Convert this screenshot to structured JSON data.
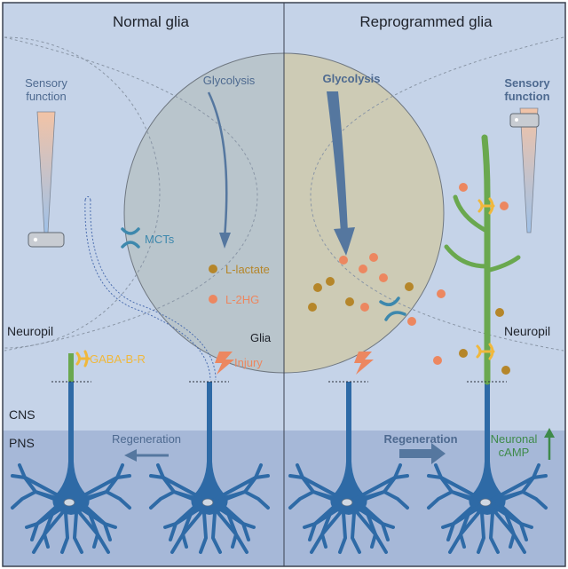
{
  "panels": {
    "left_title": "Normal glia",
    "right_title": "Reprogrammed glia"
  },
  "labels": {
    "glycolysis_left": "Glycolysis",
    "glycolysis_right": "Glycolysis",
    "sensory_left": [
      "Sensory",
      "function"
    ],
    "sensory_right": [
      "Sensory",
      "function"
    ],
    "mcts": "MCTs",
    "l_lactate": "L-lactate",
    "l_2hg": "L-2HG",
    "glia": "Glia",
    "neuropil_left": "Neuropil",
    "neuropil_right": "Neuropil",
    "gaba_b_r": "GABA-B-R",
    "injury": "Injury",
    "cns": "CNS",
    "pns": "PNS",
    "regeneration_left": "Regeneration",
    "regeneration_right": "Regeneration",
    "neuronal_camp": [
      "Neuronal",
      "cAMP"
    ]
  },
  "colors": {
    "background_cns": "#c5d3e8",
    "background_pns": "#a6b8d8",
    "glia_left": "#b9c5cc",
    "glia_right": "#cdcbb5",
    "neuron_blue": "#2e6aa6",
    "axon_green": "#6aa84f",
    "lactate": "#b5862a",
    "l2hg": "#ec8760",
    "gaba": "#f0b83c",
    "injury": "#ec8760",
    "arrow": "#55779f",
    "text": "#2b2f3a"
  }
}
